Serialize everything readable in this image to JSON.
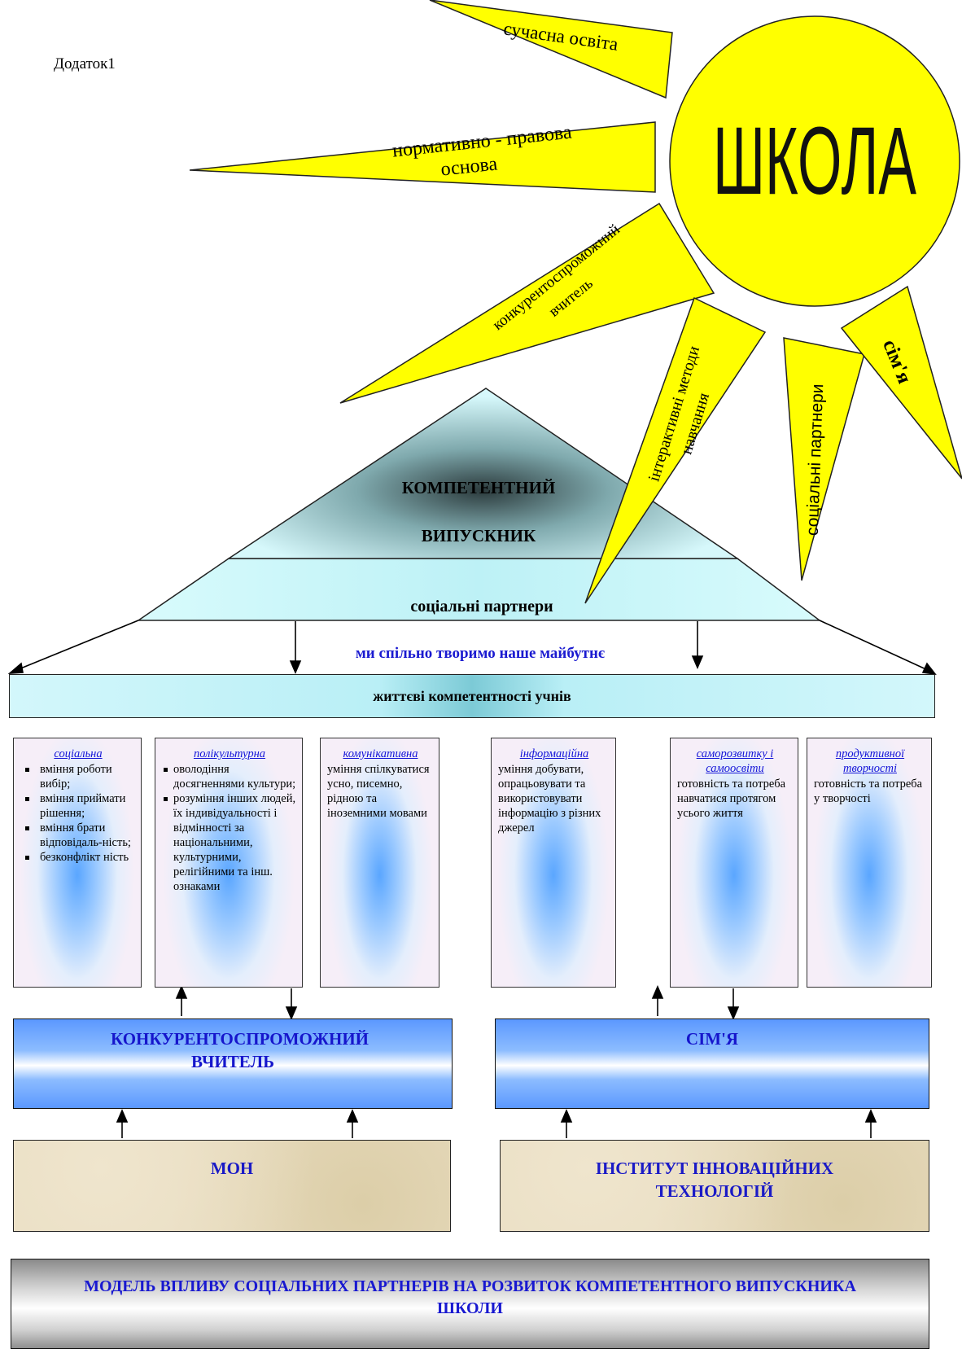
{
  "appendix_label": "Додаток1",
  "sun": {
    "center_label": "ШКОЛА",
    "rays": {
      "modern_education": "сучасна освіта",
      "legal_basis_line1": "нормативно - правова",
      "legal_basis_line2": "основа",
      "teacher_line1": "конкурентоспроможний",
      "teacher_line2": "вчитель",
      "methods_line1": "інтерактивні методи",
      "methods_line2": "навчання",
      "partners": "соціальні партнери",
      "family": "сім'я"
    }
  },
  "triangle": {
    "title_line1": "КОМПЕТЕНТНИЙ",
    "title_line2": "ВИПУСКНИК",
    "base_label": "соціальні партнери"
  },
  "motto": "ми спільно творимо наше майбутнє",
  "life_competences": "життєві компетентності учнів",
  "competences": [
    {
      "title": "соціальна",
      "items": [
        "вміння роботи вибір;",
        "вміння приймати рішення;",
        "вміння брати відповідаль-ність;",
        "безконфлікт ність"
      ],
      "text": ""
    },
    {
      "title": "полікультурна",
      "items": [
        "оволодіння досягненнями культури;",
        "розуміння інших людей, їх індивідуальності і відмінності за національними, культурними, релігійними та інш. ознаками"
      ],
      "text": ""
    },
    {
      "title": "комунікативна",
      "items": [],
      "text": "уміння спілкуватися усно, писемно, рідною та іноземними мовами"
    },
    {
      "title": "інформаційна",
      "items": [],
      "text": "уміння добувати, опрацьовувати та використовувати інформацію з різних джерел"
    },
    {
      "title": "саморозвитку і самоосвіти",
      "items": [],
      "text": "готовність та потреба навчатися протягом усього життя"
    },
    {
      "title": "продуктивної творчості",
      "items": [],
      "text": "готовність та потреба у творчості"
    }
  ],
  "teacher_box": "КОНКУРЕНТОСПРОМОЖНИЙ ВЧИТЕЛЬ",
  "family_box": "СІМ'Я",
  "ministry_box": "МОН",
  "institute_box": "ІНСТИТУТ ІННОВАЦІЙНИХ ТЕХНОЛОГІЙ",
  "model_title": "МОДЕЛЬ ВПЛИВУ СОЦІАЛЬНИХ ПАРТНЕРІВ НА РОЗВИТОК КОМПЕТЕНТНОГО ВИПУСКНИКА ШКОЛИ",
  "colors": {
    "sun": "#ffff00",
    "label_blue": "#1a1ad0",
    "pyramid": "#d4f8fb"
  }
}
